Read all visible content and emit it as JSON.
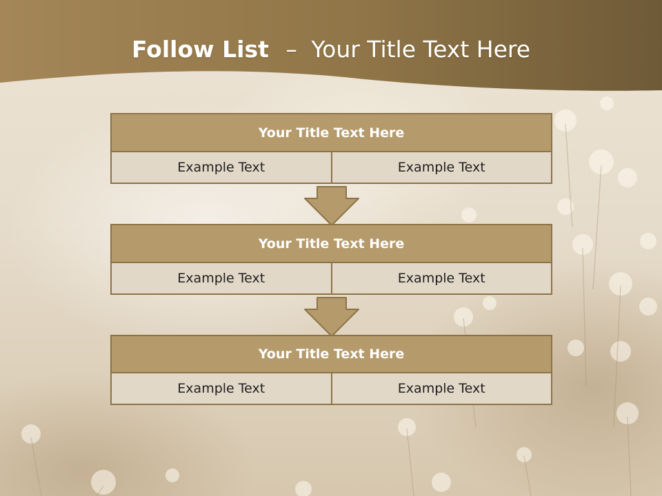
{
  "slide": {
    "title_strong": "Follow List",
    "title_sep": "–",
    "title_rest": "Your Title Text Here"
  },
  "blocks": [
    {
      "title": "Your Title Text Here",
      "left": "Example Text",
      "right": "Example Text"
    },
    {
      "title": "Your Title Text Here",
      "left": "Example Text",
      "right": "Example Text"
    },
    {
      "title": "Your Title Text Here",
      "left": "Example Text",
      "right": "Example Text"
    }
  ],
  "colors": {
    "banner": "#8f7547",
    "header_fill": "#b59b6c",
    "cell_fill": "#e2d8c8",
    "border": "#8c7246",
    "arrow": "#b59b6c"
  }
}
